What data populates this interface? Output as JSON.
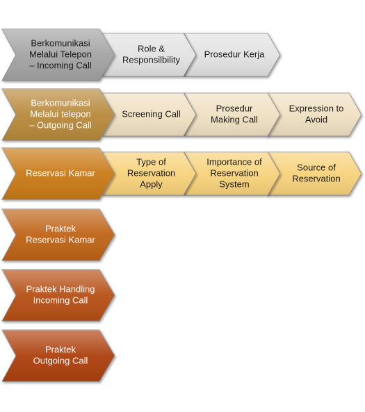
{
  "colors": {
    "level1": "#a3a3a3",
    "level1_sub": "#e2e2e2",
    "level2": "#b8893a",
    "level2_sub": "#efe0c2",
    "level3": "#c97a16",
    "level3_sub": "#f7d27a",
    "level4": "#bf6414",
    "level5": "#b65014",
    "level6": "#ad3f10",
    "outline": "#8a8a8a"
  },
  "rows": [
    {
      "main": {
        "lines": [
          "Berkomunikasi",
          "Melalui Telepon",
          "– Incoming Call"
        ],
        "color_key": "level1"
      },
      "subs": [
        {
          "lines": [
            "Role &",
            "Responsilbility"
          ],
          "color_key": "level1_sub"
        },
        {
          "lines": [
            "Prosedur Kerja"
          ],
          "color_key": "level1_sub"
        }
      ]
    },
    {
      "main": {
        "lines": [
          "Berkomunikasi",
          "Melalui telepon",
          "– Outgoing Call"
        ],
        "color_key": "level2"
      },
      "subs": [
        {
          "lines": [
            "Screening Call"
          ],
          "color_key": "level2_sub"
        },
        {
          "lines": [
            "Prosedur",
            "Making Call"
          ],
          "color_key": "level2_sub"
        },
        {
          "lines": [
            "Expression to",
            "Avoid"
          ],
          "color_key": "level2_sub"
        }
      ]
    },
    {
      "main": {
        "lines": [
          "Reservasi Kamar"
        ],
        "color_key": "level3"
      },
      "subs": [
        {
          "lines": [
            "Type of",
            "Reservation",
            "Apply"
          ],
          "color_key": "level3_sub"
        },
        {
          "lines": [
            "Importance of",
            "Reservation",
            "System"
          ],
          "color_key": "level3_sub"
        },
        {
          "lines": [
            "Source of",
            "Reservation"
          ],
          "color_key": "level3_sub"
        }
      ]
    },
    {
      "main": {
        "lines": [
          "Praktek",
          "Reservasi Kamar"
        ],
        "color_key": "level4"
      },
      "subs": []
    },
    {
      "main": {
        "lines": [
          "Praktek Handling",
          "Incoming Call"
        ],
        "color_key": "level5"
      },
      "subs": []
    },
    {
      "main": {
        "lines": [
          "Praktek",
          "Outgoing Call"
        ],
        "color_key": "level6"
      },
      "subs": []
    }
  ]
}
